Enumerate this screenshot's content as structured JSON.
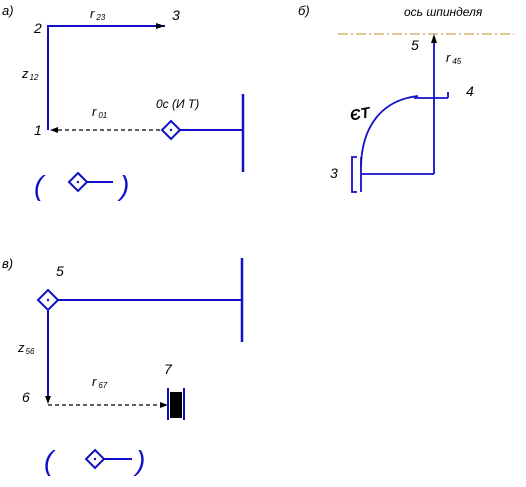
{
  "panels": {
    "a": {
      "label": "а)",
      "points": {
        "p1": "1",
        "p2": "2",
        "p3": "3"
      },
      "dims": {
        "r23": {
          "main": "r",
          "sub": "23"
        },
        "z12": {
          "main": "z",
          "sub": "12"
        },
        "r01": {
          "main": "r",
          "sub": "01"
        }
      },
      "origin_label": "0с  (И Т)",
      "parens": {
        "left": "(",
        "right": ")"
      }
    },
    "b": {
      "label": "б)",
      "axis_label": "ось шпинделя",
      "points": {
        "p3": "3",
        "p4": "4",
        "p5": "5"
      },
      "dims": {
        "r45": {
          "main": "r",
          "sub": "45"
        }
      },
      "arc_label": "ЄТ"
    },
    "c": {
      "label": "в)",
      "points": {
        "p5": "5",
        "p6": "6",
        "p7": "7"
      },
      "dims": {
        "z56": {
          "main": "z",
          "sub": "56"
        },
        "r67": {
          "main": "r",
          "sub": "67"
        }
      },
      "parens": {
        "left": "(",
        "right": ")"
      }
    }
  },
  "colors": {
    "line": "#1010c8",
    "axis": "#d89a5a",
    "text": "#000000"
  }
}
